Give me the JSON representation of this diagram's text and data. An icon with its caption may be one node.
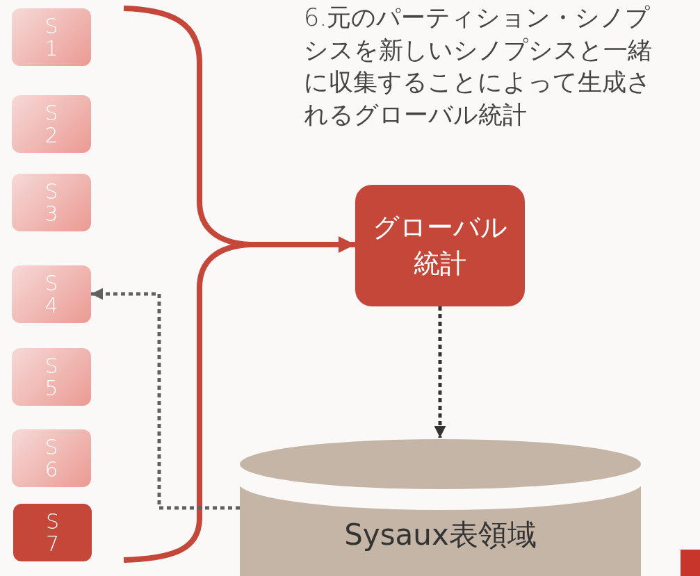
{
  "diagram": {
    "nodes": [
      {
        "text": [
          "S1"
        ]
      },
      {
        "text": [
          "S2"
        ]
      },
      {
        "text": [
          "S3"
        ]
      },
      {
        "text": [
          "S4"
        ]
      },
      {
        "text": [
          "S5"
        ]
      },
      {
        "text": [
          "S6"
        ]
      },
      {
        "text": [
          "S7"
        ]
      },
      {
        "text": [
          "グローバル統計"
        ]
      },
      {
        "text": [
          "Sysaux表領域"
        ]
      }
    ],
    "edges": [
      {
        "from": null,
        "to": 7,
        "arrow": "to",
        "color": "#c5473a"
      },
      {
        "from": 7,
        "to": 8,
        "arrow": "to",
        "style": "dashed",
        "color": "#333333"
      },
      {
        "from": 8,
        "to": 3,
        "arrow": "to",
        "style": "dashed",
        "color": "#606060"
      }
    ],
    "labels": [
      "6.元のパーティション・シノプシスを新しいシノプシスと一緒に収集することによって生成されるグローバル統計"
    ]
  }
}
